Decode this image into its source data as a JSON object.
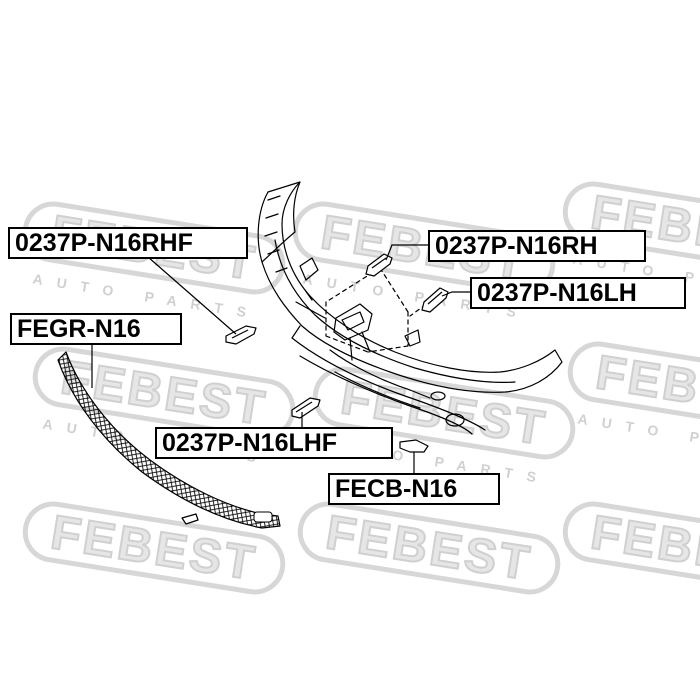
{
  "watermark": {
    "brand": "FEBEST",
    "tagline": "AUTO PARTS",
    "color": "#d7d7d7"
  },
  "labels": {
    "p_n16rhf": "0237P-N16RHF",
    "p_n16rh": "0237P-N16RH",
    "p_n16lh": "0237P-N16LH",
    "fegr": "FEGR-N16",
    "p_n16lhf": "0237P-N16LHF",
    "fecb": "FECB-N16"
  },
  "colors": {
    "line": "#000000",
    "label_border": "#000000",
    "label_bg": "#ffffff"
  }
}
